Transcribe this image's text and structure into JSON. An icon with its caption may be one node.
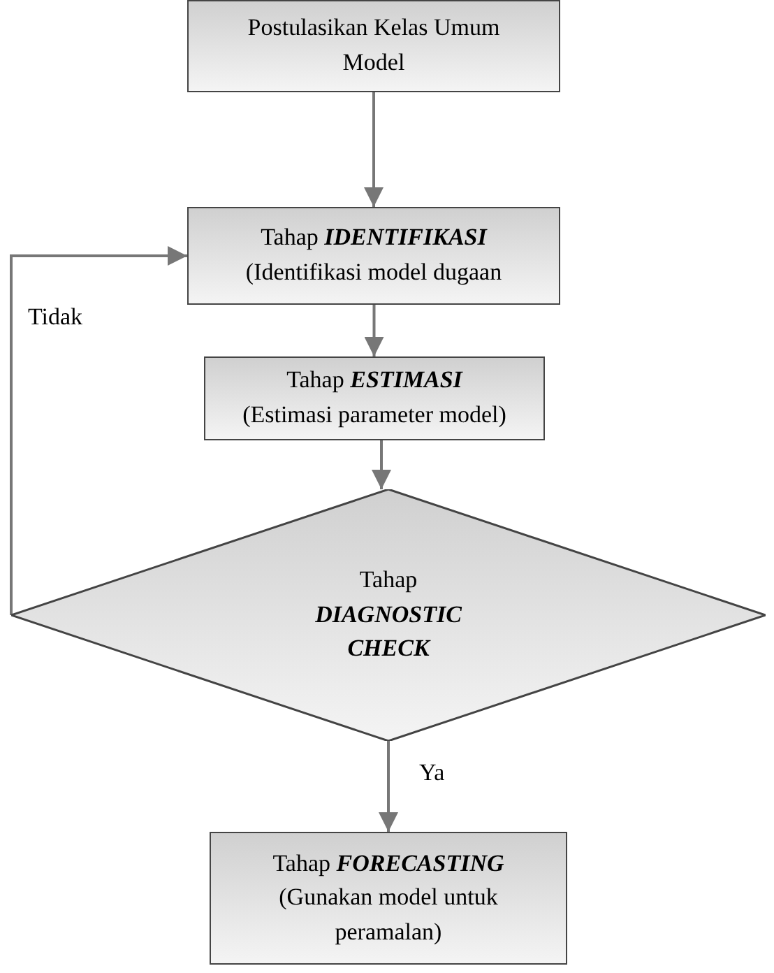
{
  "diagram": {
    "nodes": [
      {
        "text": [
          "Postulasikan Kelas Umum Model"
        ]
      },
      {
        "text": [
          "Tahap **IDENTIFIKASI**",
          "(Identifikasi model dugaan"
        ]
      },
      {
        "text": [
          "Tahap **ESTIMASI**",
          "(Estimasi parameter model)"
        ]
      },
      {
        "text": [
          "Tahap",
          "DIAGNOSTIC CHECK"
        ]
      },
      {
        "text": [
          "Tahap **FORECASTING**",
          "(Gunakan model untuk peramalan)"
        ]
      }
    ],
    "edges": [
      {
        "from": 0,
        "to": 1,
        "arrow": "to"
      },
      {
        "from": 1,
        "to": 2,
        "arrow": "to"
      },
      {
        "from": 2,
        "to": 3,
        "arrow": "to"
      },
      {
        "from": 3,
        "to": 4,
        "label": "Ya",
        "arrow": "to"
      },
      {
        "from": 3,
        "to": 1,
        "label": "Tidak",
        "arrow": "to"
      }
    ]
  }
}
